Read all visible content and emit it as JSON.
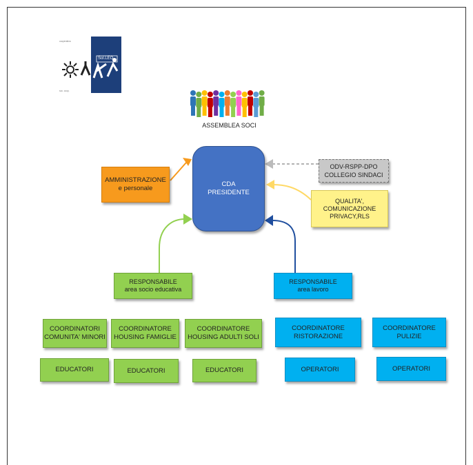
{
  "logo": {
    "small_text_top": "cooperativa sociale",
    "brand": "Sol.LEO",
    "small_text_bottom": "società cooperativa sociale onlus"
  },
  "assembly": {
    "label": "ASSEMBLEA SOCI"
  },
  "cda": {
    "line1": "CDA",
    "line2": "PRESIDENTE"
  },
  "admin": {
    "line1": "AMMINISTRAZIONE",
    "line2": "e personale"
  },
  "odv": {
    "line1": "ODV-RSPP-DPO",
    "line2": "COLLEGIO SINDACI"
  },
  "quality": {
    "line1": "QUALITA',",
    "line2": "COMUNICAZIONE",
    "line3": "PRIVACY,RLS"
  },
  "resp_socio": {
    "line1": "RESPONSABILE",
    "line2": "area socio educativa"
  },
  "resp_lavoro": {
    "line1": "RESPONSABILE",
    "line2": "area lavoro"
  },
  "coordinators": [
    {
      "line1": "COORDINATORI",
      "line2": "COMUNITA' MINORI"
    },
    {
      "line1": "COORDINATORE",
      "line2": "HOUSING FAMIGLIE"
    },
    {
      "line1": "COORDINATORE",
      "line2": "HOUSING ADULTI SOLI"
    },
    {
      "line1": "COORDINATORE",
      "line2": "RISTORAZIONE"
    },
    {
      "line1": "COORDINATORE",
      "line2": "PULIZIE"
    }
  ],
  "staff": [
    "EDUCATORI",
    "EDUCATORI",
    "EDUCATORI",
    "OPERATORI",
    "OPERATORI"
  ],
  "colors": {
    "green": "#92d050",
    "blue": "#00b0f0",
    "orange": "#f79a1d",
    "yellow": "#fff28a",
    "gray": "#c8c8c8",
    "cda": "#4472c4"
  }
}
